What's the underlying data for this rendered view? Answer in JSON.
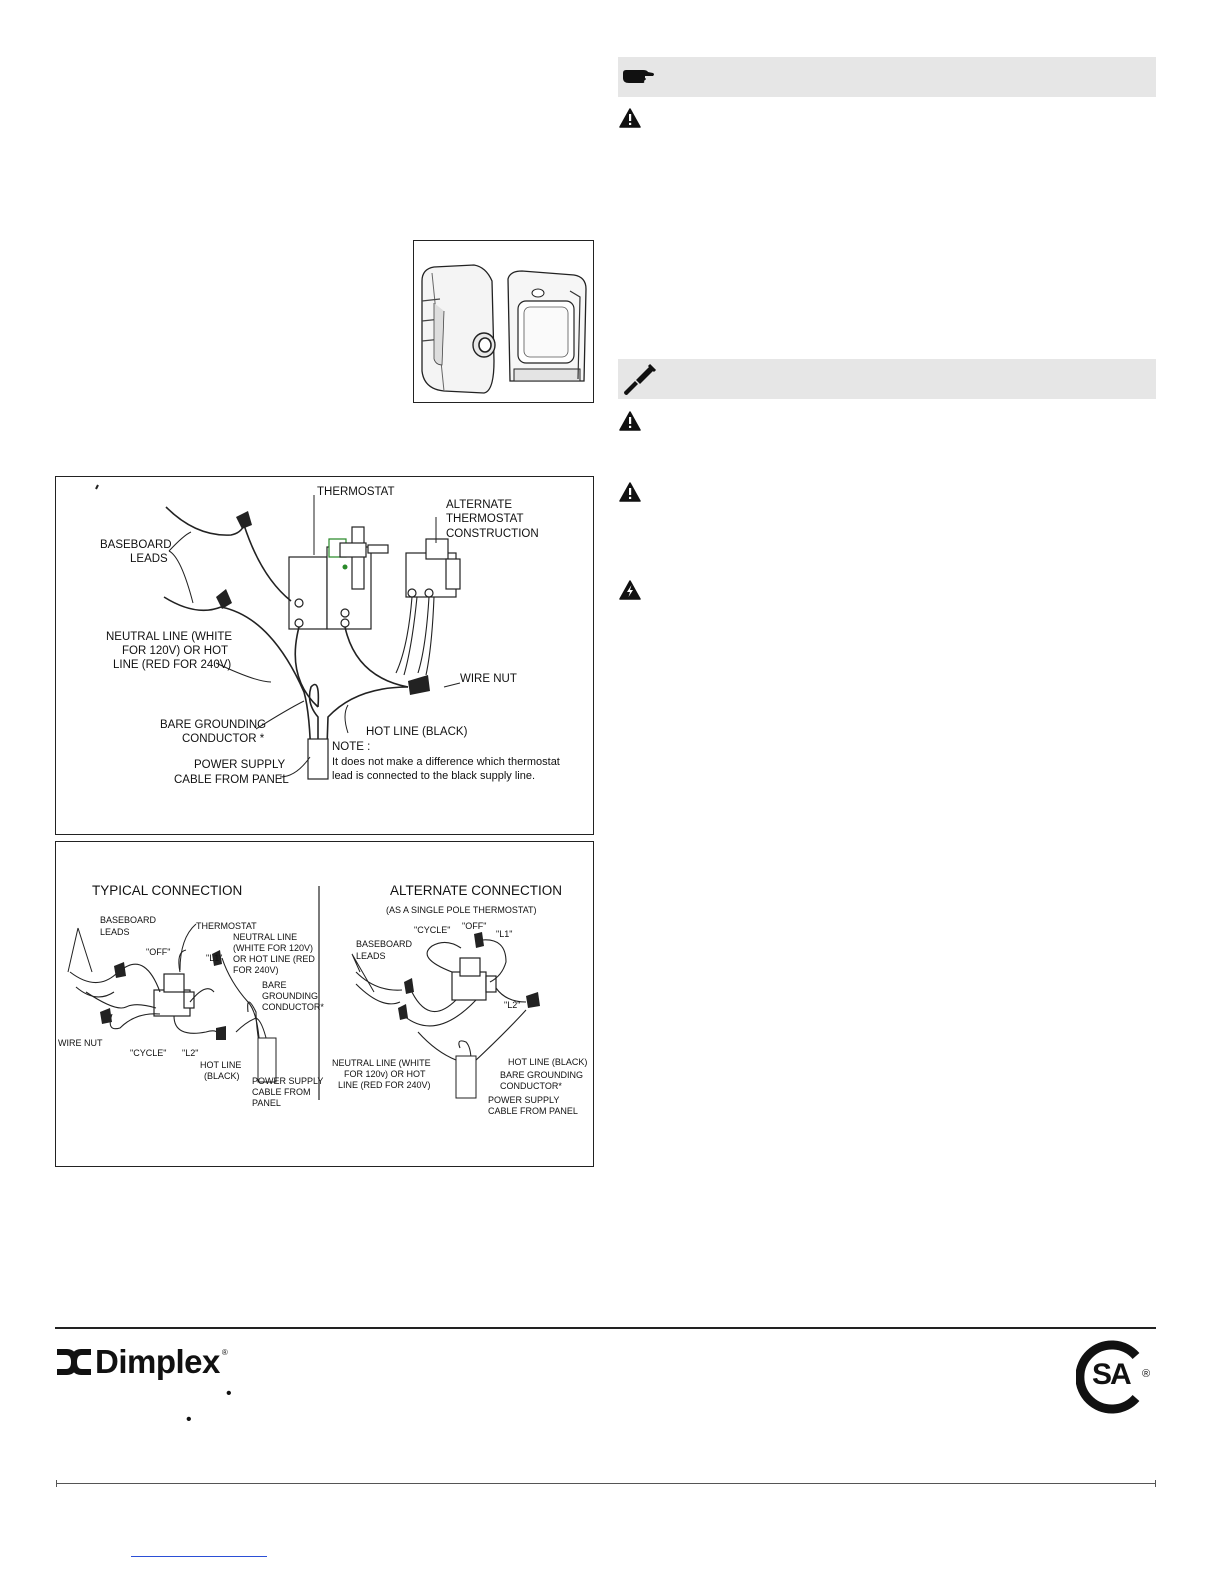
{
  "right_column": {
    "note_bar": {
      "icon": "pointing-hand-icon"
    },
    "warnings": [
      {
        "icon": "warning-triangle-icon"
      },
      {
        "icon": "warning-triangle-icon"
      },
      {
        "icon": "warning-triangle-icon"
      },
      {
        "icon": "electric-shock-icon"
      }
    ],
    "tool_bar": {
      "icon": "screwdriver-icon"
    }
  },
  "figure_wiring": {
    "labels": {
      "thermostat": "THERMOSTAT",
      "alternate_1": "ALTERNATE",
      "alternate_2": "THERMOSTAT",
      "alternate_3": "CONSTRUCTION",
      "baseboard_1": "BASEBOARD",
      "baseboard_2": "LEADS",
      "neutral_1": "NEUTRAL LINE (WHITE",
      "neutral_2": "FOR 120V) OR HOT",
      "neutral_3": "LINE (RED FOR 240V)",
      "wire_nut": "WIRE NUT",
      "bare_1": "BARE GROUNDING",
      "bare_2": "CONDUCTOR *",
      "hot_line": "HOT LINE (BLACK)",
      "note_title": "NOTE :",
      "note_1": "It does not make a difference which thermostat",
      "note_2": "lead is connected to the black supply line.",
      "power_1": "POWER SUPPLY",
      "power_2": "CABLE FROM PANEL"
    }
  },
  "figure_connections": {
    "typical": {
      "title": "TYPICAL CONNECTION",
      "baseboard_1": "BASEBOARD",
      "baseboard_2": "LEADS",
      "thermostat": "THERMOSTAT",
      "off": "\"OFF\"",
      "l1": "\"L1\"",
      "neutral_1": "NEUTRAL LINE",
      "neutral_2": "(WHITE FOR 120V)",
      "neutral_3": "OR HOT LINE (RED",
      "neutral_4": "FOR 240V)",
      "bare_1": "BARE",
      "bare_2": "GROUNDING",
      "bare_3": "CONDUCTOR*",
      "wire_nut": "WIRE NUT",
      "cycle": "\"CYCLE\"",
      "l2": "\"L2\"",
      "hot_1": "HOT LINE",
      "hot_2": "(BLACK)",
      "power_1": "POWER SUPPLY",
      "power_2": "CABLE FROM",
      "power_3": "PANEL"
    },
    "alternate": {
      "title": "ALTERNATE CONNECTION",
      "subtitle": "(AS A SINGLE POLE THERMOSTAT)",
      "baseboard_1": "BASEBOARD",
      "baseboard_2": "LEADS",
      "cycle": "\"CYCLE\"",
      "off": "\"OFF\"",
      "l1": "\"L1\"",
      "l2": "\"L2\"",
      "hot": "HOT LINE (BLACK)",
      "neutral_1": "NEUTRAL LINE (WHITE",
      "neutral_2": "FOR 120v) OR HOT",
      "neutral_3": "LINE (RED FOR 240V)",
      "bare_1": "BARE GROUNDING",
      "bare_2": "CONDUCTOR*",
      "power_1": "POWER SUPPLY",
      "power_2": "CABLE FROM PANEL"
    }
  },
  "footer": {
    "brand": "Dimplex",
    "registered": "®",
    "bullet": "•",
    "cert_letters": "SA",
    "cert_registered": "®"
  }
}
